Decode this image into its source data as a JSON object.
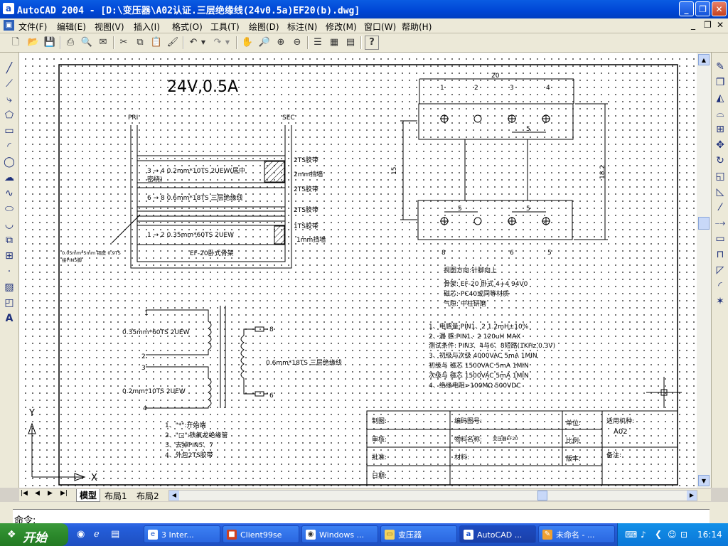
{
  "window": {
    "title": "AutoCAD 2004 - [D:\\变压器\\A02认证.三层绝缘线(24v0.5a)EF20(b).dwg]",
    "app_icon": "a",
    "minimize": "_",
    "restore": "❐",
    "close": "✕"
  },
  "menu": {
    "items": [
      "文件(F)",
      "编辑(E)",
      "视图(V)",
      "插入(I)",
      "格式(O)",
      "工具(T)",
      "绘图(D)",
      "标注(N)",
      "修改(M)",
      "窗口(W)",
      "帮助(H)"
    ],
    "doc_min": "_",
    "doc_restore": "❐",
    "doc_close": "✕"
  },
  "drawing": {
    "title": "24V,0.5A",
    "pri": "PRI",
    "sec": "SEC",
    "layers": {
      "w1": "3 → 4  0.2mm*10TS  2UEW(居中",
      "w1b": "密绕)",
      "w2": "6 → 8  0.6mm*18TS  三层绝缘线",
      "w3": "1 → 2  0.35mm*60TS  2UEW",
      "bobbin": "EF-20卧式骨架"
    },
    "side_labels": [
      "2TS胶带",
      "2mm挡墙",
      "2TS胶带",
      "2TS胶带",
      "1TS胶带",
      "1mm挡墙"
    ],
    "note_left_1": "0.05mm*5mm 铜皮 0.9TS",
    "note_left_2": "接PIN5脚",
    "pin_view": {
      "dim_top": "20",
      "pins_top": [
        "1",
        "2",
        "3",
        "4"
      ],
      "dim_5": "5",
      "dim_15": "15",
      "dim_182": "18.2",
      "pins_bottom": [
        "8",
        "6",
        "5"
      ]
    },
    "specs": [
      "视图方向:针脚向上",
      "骨架: EF-20 卧式 4+4 94V0",
      "磁芯: PC40或同等材质",
      "气隙: 中柱研磨"
    ],
    "tests": [
      "1、电感量:PIN1、2   1.2mH±10%",
      "2、漏  感:PIN1、2  120uH MAX",
      "    测试条件: PIN3、4与6、8短路(1KHz,0.3V)",
      "3、初级与次级  4000VAC 5mA 1MIN",
      "    初级与 磁芯  1500VAC 5mA 1MIN",
      "    次级与 磁芯  1500VAC 5mA 1MIN",
      "4、绝缘电阻>100MΩ   500VDC"
    ],
    "schematic": {
      "p1": "1",
      "p2": "2",
      "p3": "3",
      "p4": "4",
      "p8": "8",
      "p6": "6",
      "w_a": "0.35mm*60TS  2UEW",
      "w_b": "0.2mm*10TS  2UEW",
      "w_c": "0.6mm*18TS  三层绝缘线"
    },
    "notes": [
      "1、\"*\":开始端",
      "2、\"□\":铁氟龙绝缘管",
      "3、去掉PIN5、7",
      "4、外包2TS胶带"
    ],
    "ucs_x": "X",
    "ucs_y": "Y",
    "titleblock": {
      "draw": "制图:",
      "drawing_no": "编码图号:",
      "unit": "单位:",
      "applicable": "适用机种:",
      "model": "A02",
      "review": "审核:",
      "material_name": "物料名称:",
      "material_value": "变压器EF20",
      "scale": "比例:",
      "approve": "批准:",
      "material": "材料:",
      "version": "版本:",
      "remark": "备注:",
      "date": "日期:"
    }
  },
  "tabs": [
    "模型",
    "布局1",
    "布局2"
  ],
  "cmd_prompt": "命令:",
  "taskbar": {
    "start": "开始",
    "tasks": [
      "3 Inter...",
      "Client99se",
      "Windows ...",
      "变压器",
      "AutoCAD ...",
      "未命名 - ..."
    ],
    "clock": "16:14"
  }
}
